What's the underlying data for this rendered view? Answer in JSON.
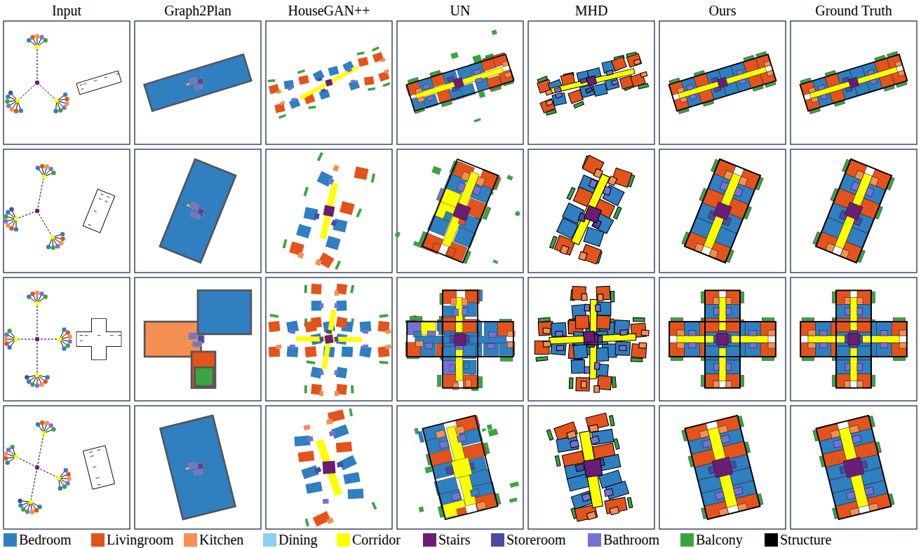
{
  "diagram": {
    "labels": [
      "Input",
      "Graph2Plan",
      "HouseGAN++",
      "UN",
      "MHD",
      "Ours",
      "Ground Truth"
    ],
    "legend": [
      {
        "text": "Bedroom",
        "color": "#2f7fc1"
      },
      {
        "text": "Livingroom",
        "color": "#e4531c"
      },
      {
        "text": "Kitchen",
        "color": "#f39052"
      },
      {
        "text": "Dining",
        "color": "#8ccfee"
      },
      {
        "text": "Corridor",
        "color": "#ffff00"
      },
      {
        "text": "Stairs",
        "color": "#6b1c74"
      },
      {
        "text": "Storeroom",
        "color": "#4a4aa3"
      },
      {
        "text": "Bathroom",
        "color": "#7771d6"
      },
      {
        "text": "Balcony",
        "color": "#3aa540"
      },
      {
        "text": "Structure",
        "color": "#000000"
      }
    ]
  }
}
